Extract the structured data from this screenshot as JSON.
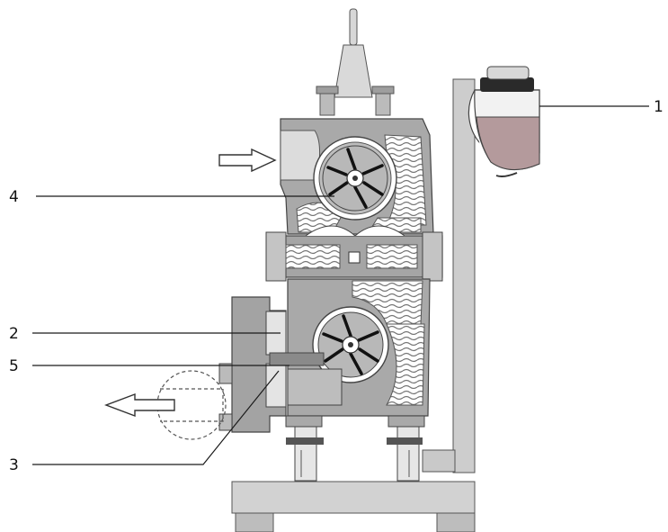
{
  "diagram": {
    "callouts": [
      {
        "id": "1",
        "label": "1"
      },
      {
        "id": "2",
        "label": "2"
      },
      {
        "id": "3",
        "label": "3"
      },
      {
        "id": "4",
        "label": "4"
      },
      {
        "id": "5",
        "label": "5"
      }
    ],
    "colors": {
      "casing": "#a9a9a9",
      "casing_dark": "#8f8f8f",
      "casing_light": "#c8c8c8",
      "void": "#ffffff",
      "stand": "#cfcfcf",
      "oil": "#b49a9c",
      "flow_arrow": "#ffffff",
      "line": "#1a1a1a"
    },
    "icons": [
      "inlet-arrow-icon",
      "outlet-arrow-icon",
      "impeller-icon",
      "oil-reservoir-icon"
    ]
  }
}
